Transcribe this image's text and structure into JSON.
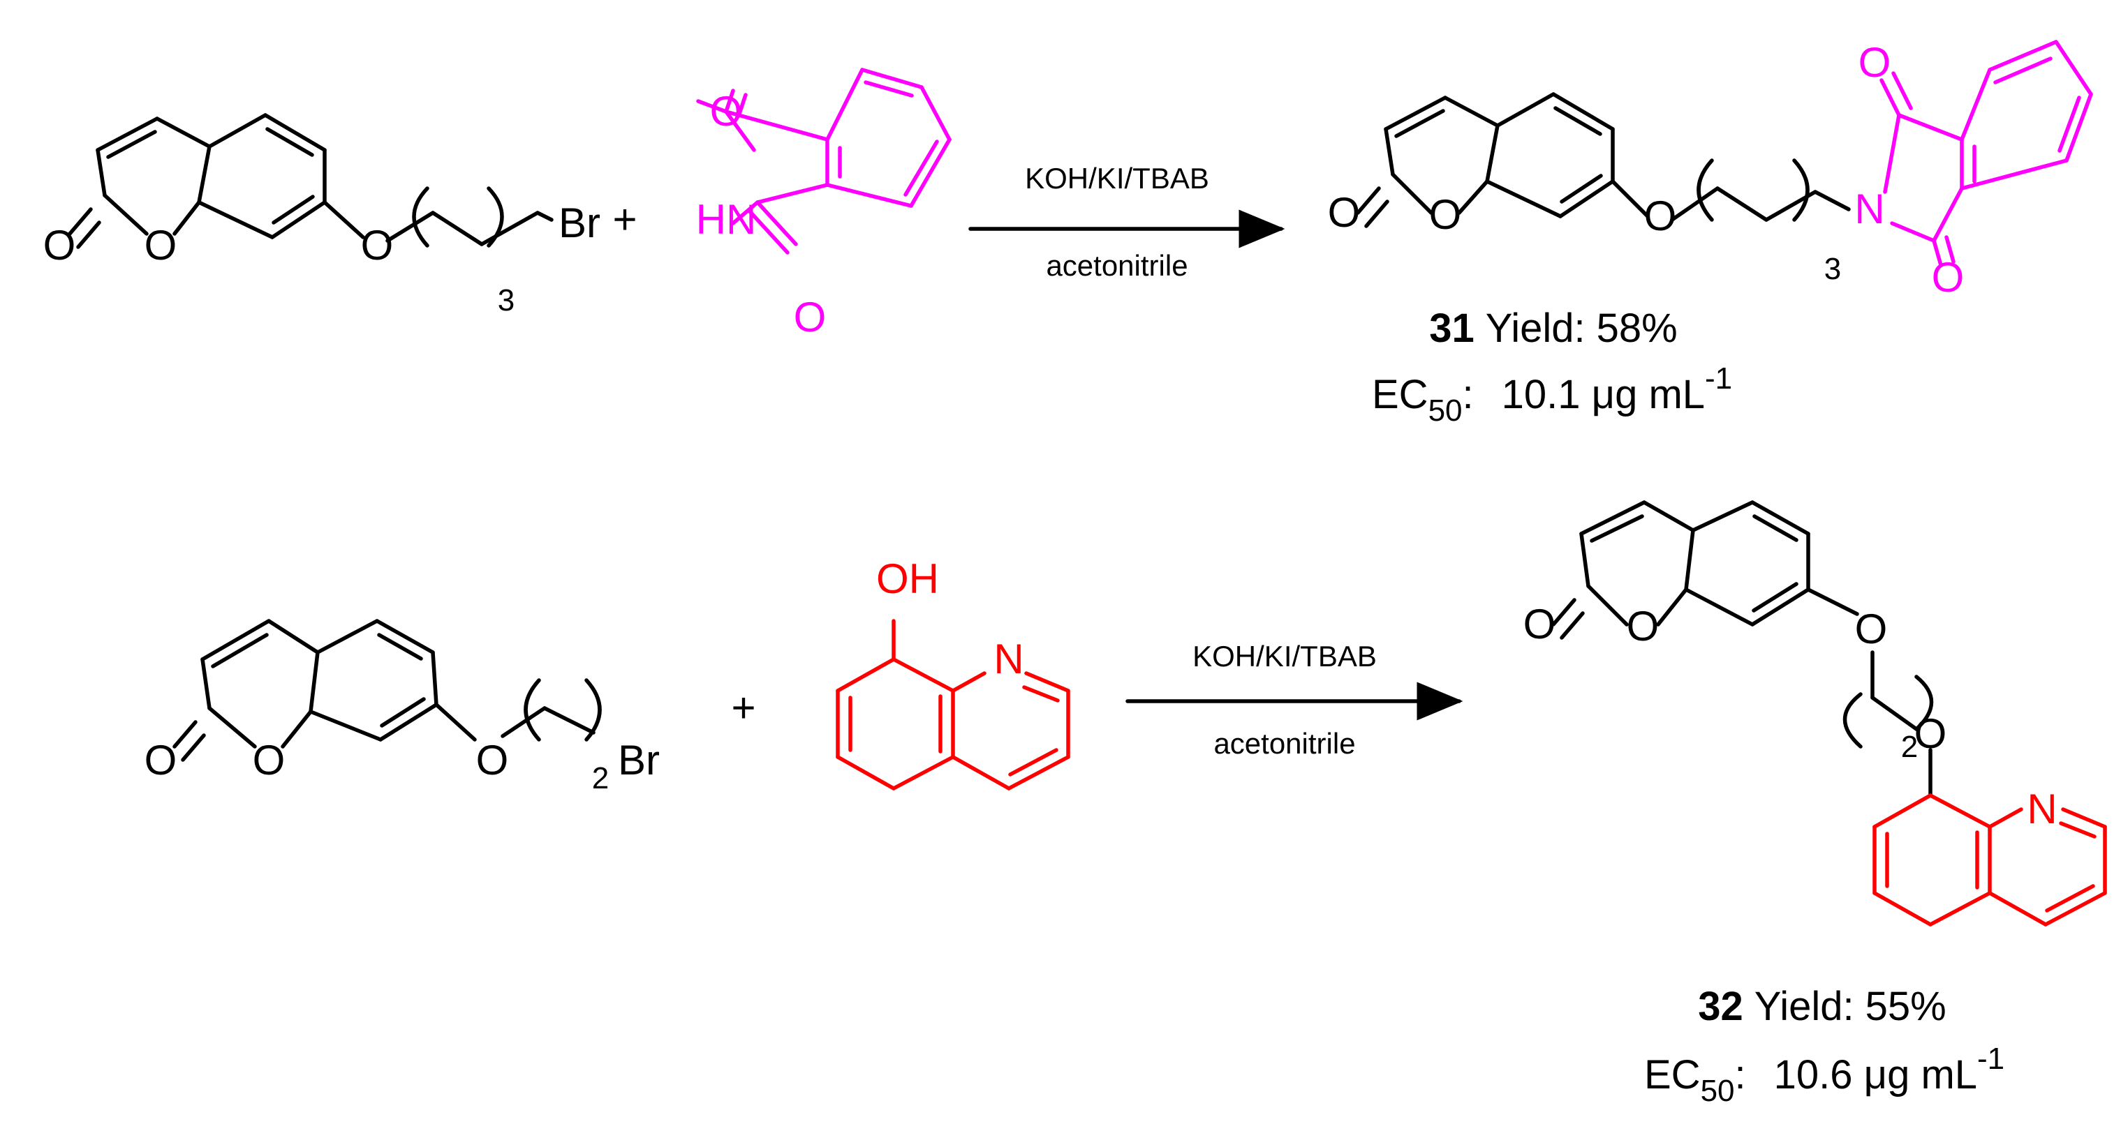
{
  "colors": {
    "bond": "#000000",
    "phthalimide": "#ff00ff",
    "hydroxyquinoline": "#ff0000"
  },
  "reactions": [
    {
      "plus": "+",
      "reactant1": {
        "O_carbonyl": "O",
        "O_ring": "O",
        "O_ether": "O",
        "repeat": "3",
        "Br": "Br"
      },
      "reactant2": {
        "O_top": "O",
        "O_bottom": "O",
        "HN": "HN"
      },
      "conditions": {
        "reagents": "KOH/KI/TBAB",
        "solvent": "acetonitrile"
      },
      "product": {
        "O_carbonyl": "O",
        "O_ring": "O",
        "O_ether": "O",
        "repeat": "3",
        "N": "N",
        "O_top": "O",
        "O_bottom": "O"
      },
      "result": {
        "compound": "31",
        "yield_label": "Yield:",
        "yield": "58%",
        "ec_prefix": "EC",
        "ec_sub": "50",
        "ec_colon": ":",
        "ec_value": "10.1 μg mL",
        "ec_exp": "-1"
      }
    },
    {
      "plus": "+",
      "reactant1": {
        "O_carbonyl": "O",
        "O_ring": "O",
        "O_ether": "O",
        "repeat": "2",
        "Br": "Br"
      },
      "reactant2": {
        "OH": "OH",
        "N": "N"
      },
      "conditions": {
        "reagents": "KOH/KI/TBAB",
        "solvent": "acetonitrile"
      },
      "product": {
        "O_carbonyl": "O",
        "O_ring": "O",
        "O_ether1": "O",
        "repeat": "2",
        "O_ether2": "O",
        "N": "N"
      },
      "result": {
        "compound": "32",
        "yield_label": "Yield:",
        "yield": "55%",
        "ec_prefix": "EC",
        "ec_sub": "50",
        "ec_colon": ":",
        "ec_value": "10.6 μg mL",
        "ec_exp": "-1"
      }
    }
  ]
}
